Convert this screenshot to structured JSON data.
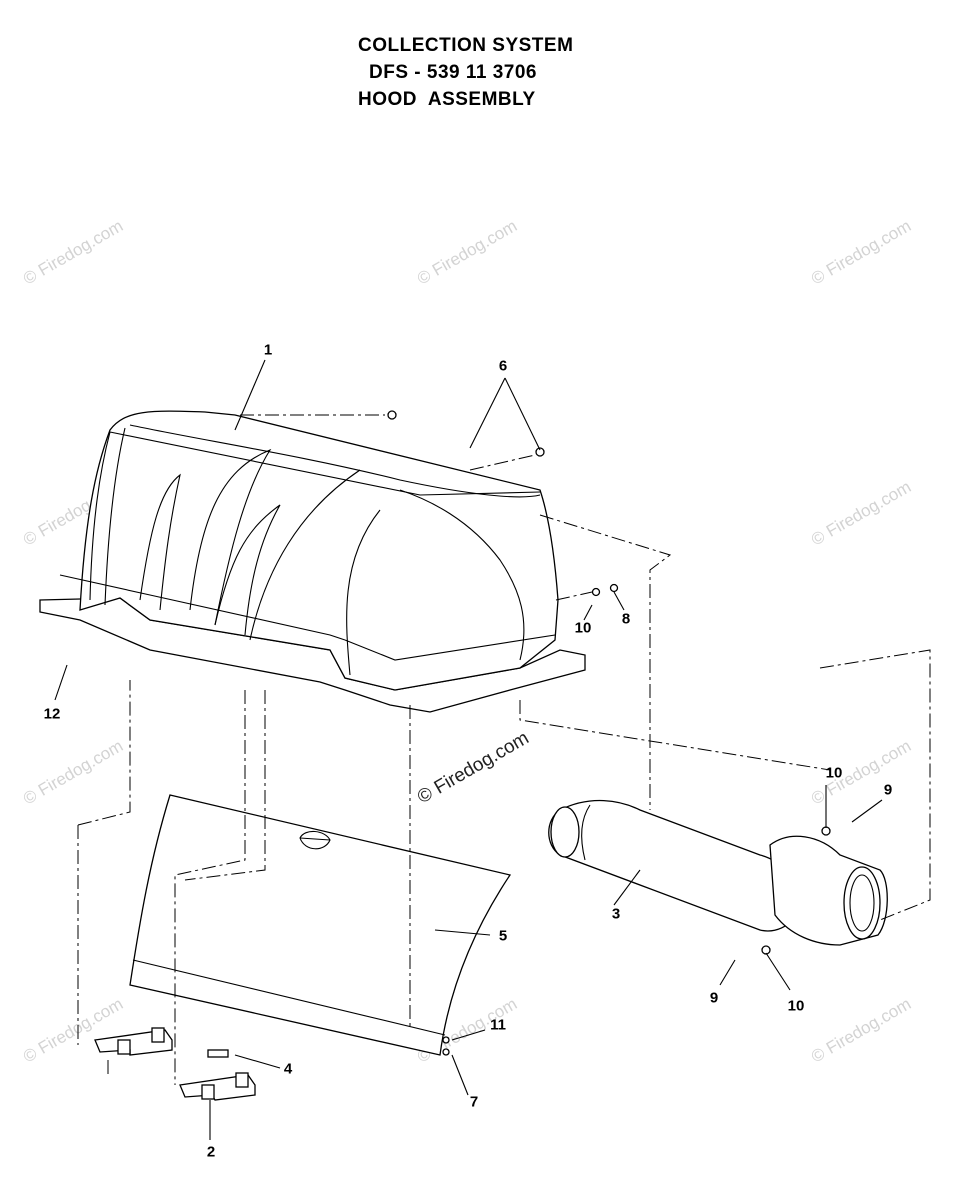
{
  "title": {
    "line1": "COLLECTION SYSTEM",
    "line2": "DFS - 539 11 3706",
    "line3": "HOOD  ASSEMBLY"
  },
  "callouts": {
    "c1": "1",
    "c2": "2",
    "c3": "3",
    "c4": "4",
    "c5": "5",
    "c6": "6",
    "c7": "7",
    "c8": "8",
    "c9a": "9",
    "c9b": "9",
    "c10a": "10",
    "c10b": "10",
    "c10c": "10",
    "c11": "11",
    "c12": "12"
  },
  "watermarks": {
    "text": "© Firedog.com",
    "center_text": "© Firedog.com"
  },
  "colors": {
    "line": "#000000",
    "watermark": "#d3d3d3",
    "background": "#ffffff"
  }
}
